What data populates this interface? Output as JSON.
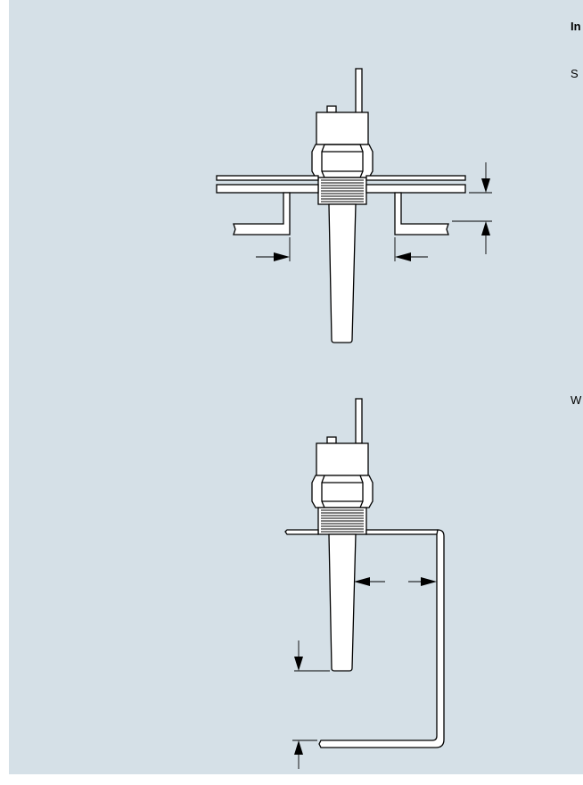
{
  "heading": "In",
  "labels": {
    "first": "S",
    "second": "W"
  }
}
